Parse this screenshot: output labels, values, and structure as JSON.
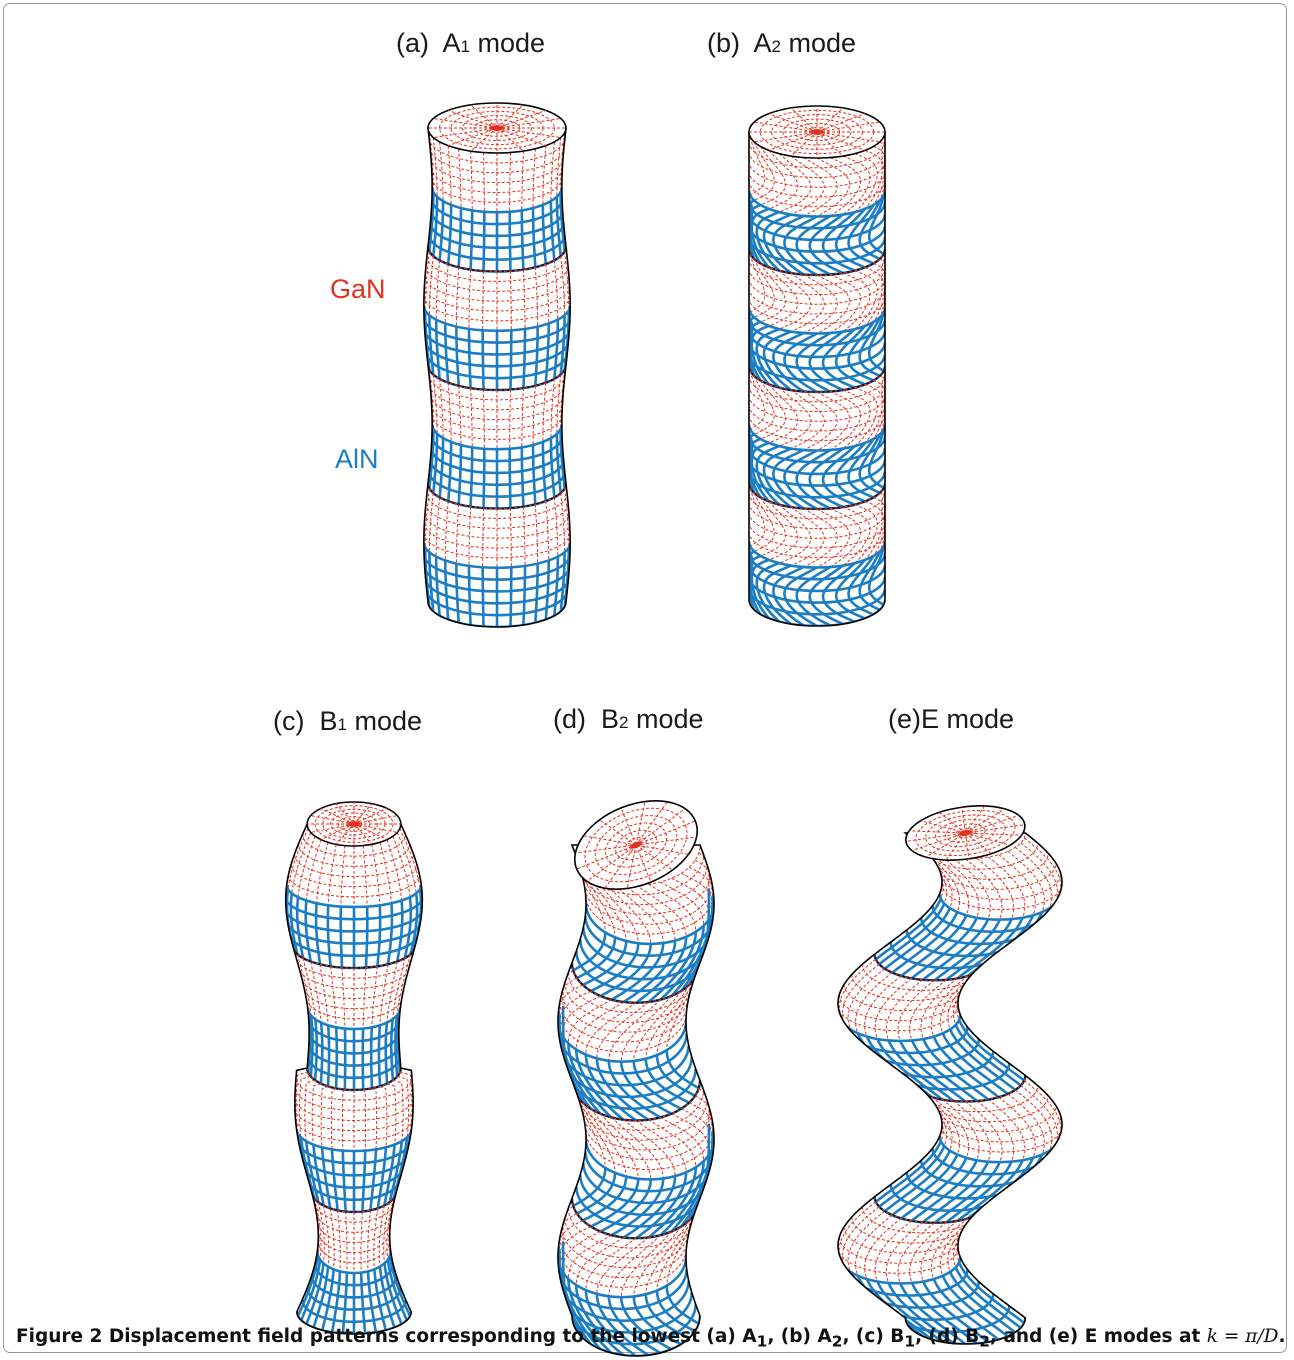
{
  "panels": [
    {
      "id": "a",
      "prefix": "(a)",
      "letter": "A",
      "sub": "1",
      "suffix": "mode"
    },
    {
      "id": "b",
      "prefix": "(b)",
      "letter": "A",
      "sub": "2",
      "suffix": "mode"
    },
    {
      "id": "c",
      "prefix": "(c)",
      "letter": "B",
      "sub": "1",
      "suffix": "mode"
    },
    {
      "id": "d",
      "prefix": "(d)",
      "letter": "B",
      "sub": "2",
      "suffix": "mode"
    },
    {
      "id": "e",
      "prefix": "(e)",
      "letter": "E",
      "sub": "",
      "suffix": "mode"
    }
  ],
  "materials": {
    "gan": {
      "label": "GaN",
      "color": "#e0321f"
    },
    "aln": {
      "label": "AlN",
      "color": "#1d7dc2"
    }
  },
  "caption": {
    "figure_label": "Figure 2",
    "text": "Displacement field patterns corresponding to the lowest (a) A",
    "parts": [
      "1",
      ", (b) A",
      "2",
      ", (c) B",
      "1",
      ", (d) B",
      "2",
      ", and (e) E modes at "
    ],
    "math": "k = π/D",
    "end": "."
  }
}
